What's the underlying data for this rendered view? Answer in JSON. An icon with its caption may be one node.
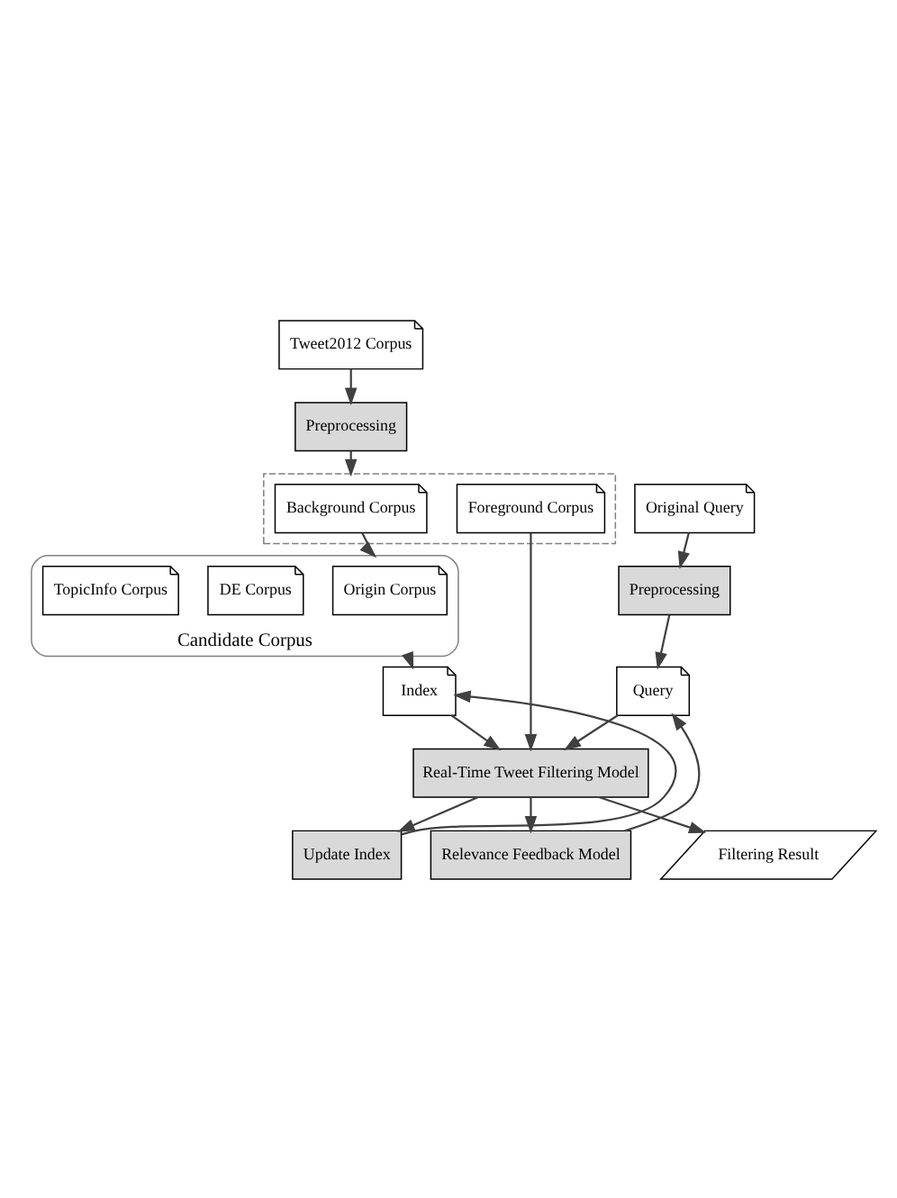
{
  "diagram": {
    "nodes": [
      {
        "text": [
          "Tweet2012 Corpus"
        ]
      },
      {
        "text": [
          "Preprocessing"
        ]
      },
      {
        "text": [],
        "shape": "box"
      },
      {
        "text": [
          "Background Corpus"
        ],
        "in": 2
      },
      {
        "text": [
          "Foreground Corpus"
        ],
        "in": 2
      },
      {
        "text": [
          "Candidate Corpus"
        ]
      },
      {
        "text": [
          "Origin Corpus"
        ],
        "in": 5
      },
      {
        "text": [
          "DE Corpus"
        ],
        "in": 5
      },
      {
        "text": [
          "TopicInfo Corpus"
        ],
        "in": 5
      },
      {
        "text": [
          "Index"
        ]
      },
      {
        "text": [
          "Original Query"
        ]
      },
      {
        "text": [
          "Preprocessing"
        ]
      },
      {
        "text": [
          "Query"
        ]
      },
      {
        "text": [
          "Real-Time Tweet Filtering Model"
        ]
      },
      {
        "text": [
          "Update Index"
        ]
      },
      {
        "text": [
          "Relevance Feedback Model"
        ]
      },
      {
        "text": [
          "Filtering Result"
        ]
      }
    ],
    "edges": [
      {
        "from": 0,
        "to": 1,
        "arrow": "to"
      },
      {
        "from": 1,
        "to": 2,
        "arrow": "to"
      },
      {
        "from": 3,
        "to": 5,
        "arrow": "to"
      },
      {
        "from": 5,
        "to": 9,
        "arrow": "to"
      },
      {
        "from": 4,
        "to": 13,
        "arrow": "to"
      },
      {
        "from": 10,
        "to": 11,
        "arrow": "to"
      },
      {
        "from": 11,
        "to": 12,
        "arrow": "to"
      },
      {
        "from": 12,
        "to": 13,
        "arrow": "to"
      },
      {
        "from": 9,
        "to": 13,
        "arrow": "to"
      },
      {
        "from": 13,
        "to": 14,
        "arrow": "to"
      },
      {
        "from": 13,
        "to": 15,
        "arrow": "to"
      },
      {
        "from": 13,
        "to": 16,
        "arrow": "to"
      },
      {
        "from": 14,
        "to": 9,
        "arrow": "to"
      },
      {
        "from": 15,
        "to": 12,
        "arrow": "to"
      }
    ]
  }
}
